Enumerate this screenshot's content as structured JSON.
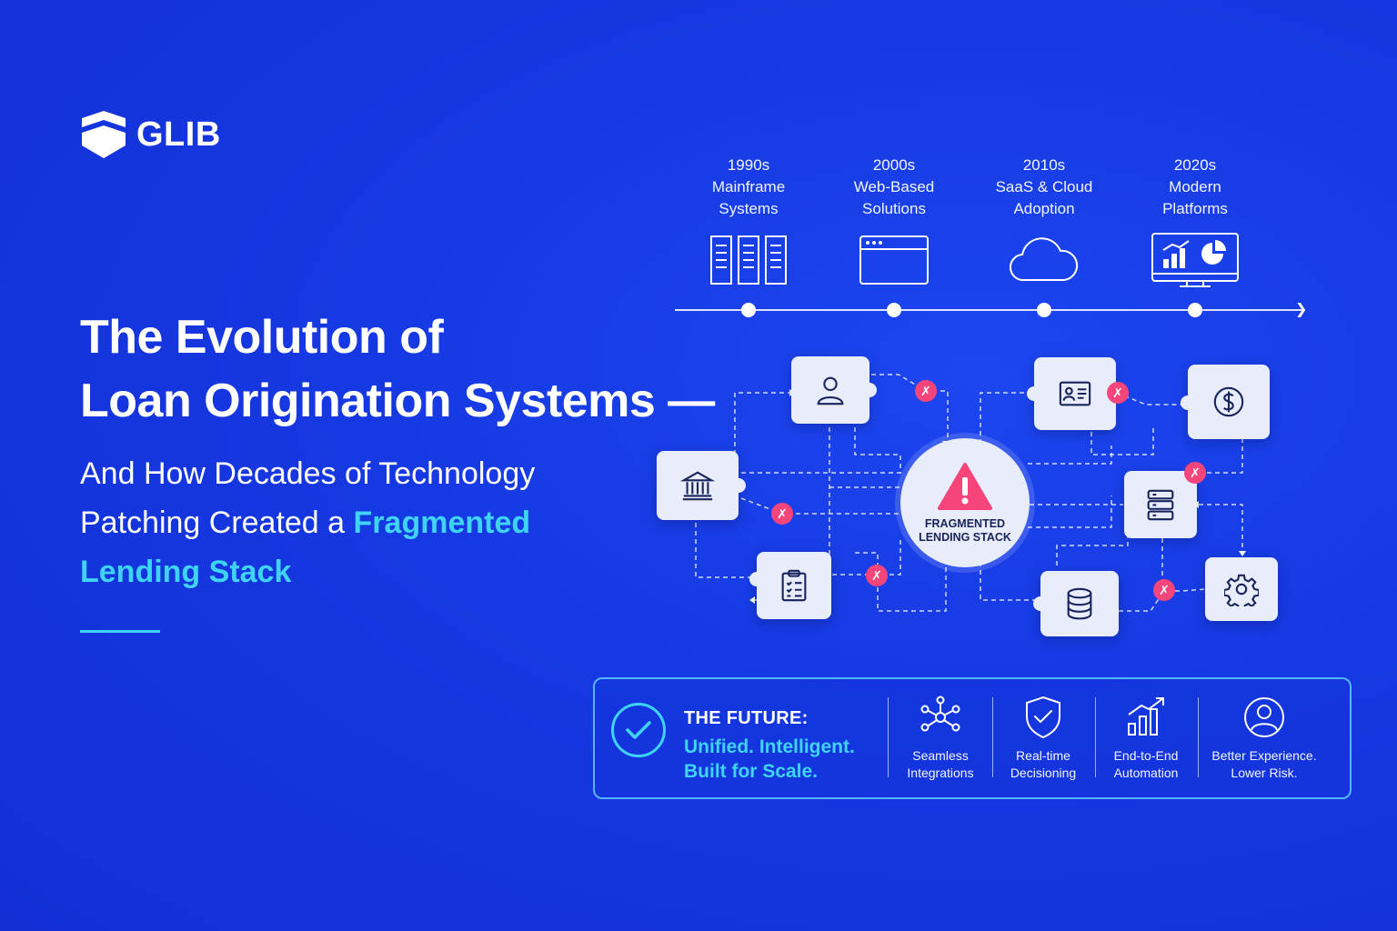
{
  "brand": {
    "name": "GLIB"
  },
  "heading": {
    "title_line1": "The Evolution of",
    "title_line2": "Loan Origination Systems —",
    "subtitle_line1": "And How Decades of Technology",
    "subtitle_line2_prefix": "Patching Created a ",
    "subtitle_highlight1": "Fragmented",
    "subtitle_highlight2": "Lending Stack"
  },
  "timeline": [
    {
      "decade": "1990s",
      "line1": "Mainframe",
      "line2": "Systems",
      "icon": "server-racks-icon"
    },
    {
      "decade": "2000s",
      "line1": "Web-Based",
      "line2": "Solutions",
      "icon": "browser-window-icon"
    },
    {
      "decade": "2010s",
      "line1": "SaaS & Cloud",
      "line2": "Adoption",
      "icon": "cloud-icon"
    },
    {
      "decade": "2020s",
      "line1": "Modern",
      "line2": "Platforms",
      "icon": "dashboard-icon"
    }
  ],
  "diagram": {
    "center_line1": "FRAGMENTED",
    "center_line2": "LENDING STACK",
    "center_icon": "warning-icon",
    "tiles": [
      "user-icon",
      "id-card-icon",
      "dollar-icon",
      "bank-icon",
      "server-icon",
      "clipboard-icon",
      "database-icon",
      "gear-icon"
    ],
    "broken_link_icon": "broken-link-icon"
  },
  "future": {
    "heading": "THE FUTURE:",
    "tagline_line1": "Unified. Intelligent.",
    "tagline_line2": "Built for Scale.",
    "features": [
      {
        "line1": "Seamless",
        "line2": "Integrations",
        "icon": "network-icon"
      },
      {
        "line1": "Real-time",
        "line2": "Decisioning",
        "icon": "shield-check-icon"
      },
      {
        "line1": "End-to-End",
        "line2": "Automation",
        "icon": "growth-chart-icon"
      },
      {
        "line1": "Better Experience.",
        "line2": "Lower Risk.",
        "icon": "user-circle-icon"
      }
    ]
  },
  "colors": {
    "background": "#1638e2",
    "accent": "#3fd4f5",
    "alert": "#f5457a",
    "tile": "#e9edfb",
    "tile_icon": "#17245c"
  }
}
